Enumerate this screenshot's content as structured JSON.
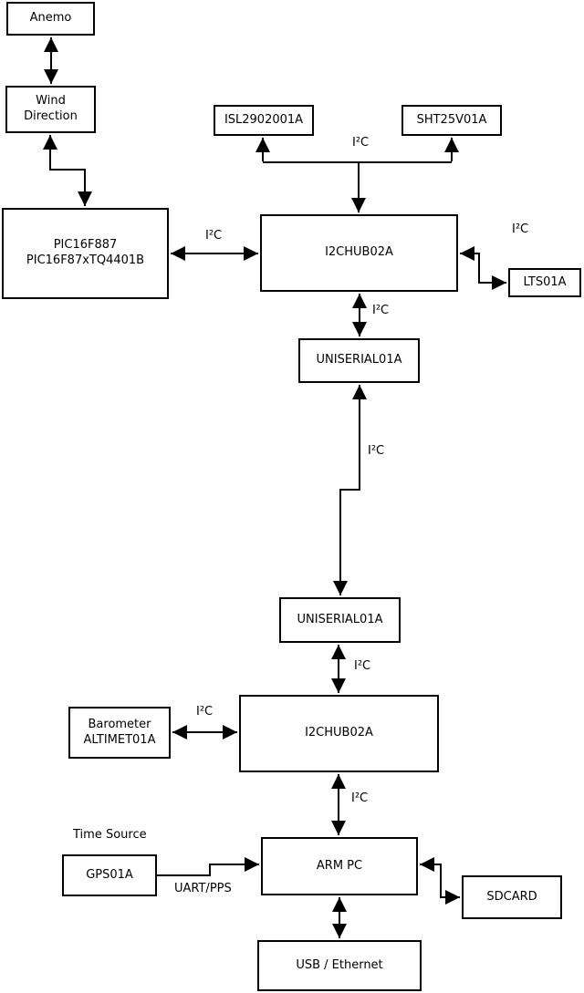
{
  "diagram": {
    "type": "block-diagram",
    "colors": {
      "line": "#000000",
      "box_border": "#000000",
      "box_background": "#ffffff",
      "page_background": "#ffffff",
      "text": "#000000"
    },
    "boxes": {
      "anemo": {
        "label": "Anemo"
      },
      "wind": {
        "line1": "Wind",
        "line2": "Direction"
      },
      "pic": {
        "line1": "PIC16F887",
        "line2": "PIC16F87xTQ4401B"
      },
      "isl": {
        "label": "ISL2902001A"
      },
      "sht": {
        "label": "SHT25V01A"
      },
      "hub1": {
        "label": "I2CHUB02A"
      },
      "lts": {
        "label": "LTS01A"
      },
      "uniserial1": {
        "label": "UNISERIAL01A"
      },
      "uniserial2": {
        "label": "UNISERIAL01A"
      },
      "hub2": {
        "label": "I2CHUB02A"
      },
      "barometer": {
        "line1": "Barometer",
        "line2": "ALTIMET01A"
      },
      "gps": {
        "label": "GPS01A"
      },
      "armpc": {
        "label": "ARM PC"
      },
      "sdcard": {
        "label": "SDCARD"
      },
      "usb": {
        "label": "USB / Ethernet"
      }
    },
    "bus_labels": {
      "i2c_sensors_top": "I²C",
      "i2c_pic_hub": "I²C",
      "i2c_hub_lts": "I²C",
      "i2c_hub_uniserial": "I²C",
      "i2c_uniserial_link": "I²C",
      "i2c_uniserial2_hub2": "I²C",
      "i2c_barometer_hub2": "I²C",
      "i2c_hub2_armpc": "I²C",
      "time_source": "Time Source",
      "uart_pps": "UART/PPS"
    },
    "connections": [
      {
        "from": "Anemo",
        "to": "Wind Direction",
        "arrows": "both",
        "label": ""
      },
      {
        "from": "Wind Direction",
        "to": "PIC16F887 PIC16F87xTQ4401B",
        "arrows": "both",
        "label": ""
      },
      {
        "from": "PIC16F887 PIC16F87xTQ4401B",
        "to": "I2CHUB02A (upper)",
        "arrows": "both",
        "label": "I²C"
      },
      {
        "from": "I2CHUB02A (upper)",
        "to": "ISL2902001A",
        "arrows": "to",
        "label": "I²C"
      },
      {
        "from": "I2CHUB02A (upper)",
        "to": "SHT25V01A",
        "arrows": "to",
        "label": "I²C"
      },
      {
        "from": "I2CHUB02A (upper)",
        "to": "LTS01A",
        "arrows": "both",
        "label": "I²C"
      },
      {
        "from": "I2CHUB02A (upper)",
        "to": "UNISERIAL01A (upper)",
        "arrows": "both",
        "label": "I²C"
      },
      {
        "from": "UNISERIAL01A (upper)",
        "to": "UNISERIAL01A (lower)",
        "arrows": "both",
        "label": "I²C"
      },
      {
        "from": "UNISERIAL01A (lower)",
        "to": "I2CHUB02A (lower)",
        "arrows": "both",
        "label": "I²C"
      },
      {
        "from": "Barometer ALTIMET01A",
        "to": "I2CHUB02A (lower)",
        "arrows": "both",
        "label": "I²C"
      },
      {
        "from": "I2CHUB02A (lower)",
        "to": "ARM PC",
        "arrows": "both",
        "label": "I²C"
      },
      {
        "from": "GPS01A",
        "to": "ARM PC",
        "arrows": "to",
        "label": "UART/PPS"
      },
      {
        "from": "ARM PC",
        "to": "SDCARD",
        "arrows": "both",
        "label": ""
      },
      {
        "from": "ARM PC",
        "to": "USB / Ethernet",
        "arrows": "both",
        "label": ""
      }
    ]
  }
}
